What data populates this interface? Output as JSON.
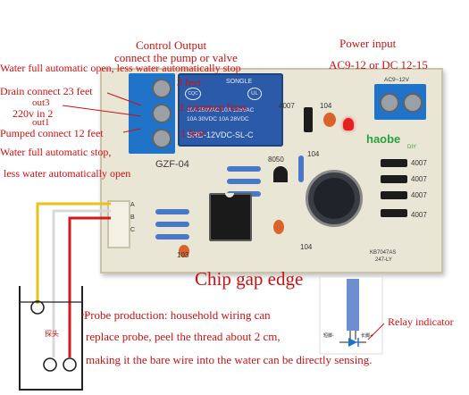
{
  "labels": {
    "control_output": "Control Output",
    "connect_pump": "connect the pump or valve",
    "water_full_open": "Water full automatic open, less water automatically stop",
    "drain_connect": "Drain connect 23 feet",
    "out3": "out3",
    "voltage_220": "220v in 2",
    "out1": "out1",
    "pumped_connect": "Pumped connect 12 feet",
    "water_full_stop": "Water full automatic stop,",
    "less_water_open": "less water automatically open",
    "feet_3": "3 feet",
    "common_lines": "2 common lines",
    "feet_1": "1 feet",
    "power_input": "Power input",
    "power_voltage": "AC9-12  or DC 12-15",
    "chip_gap_edge": "Chip gap edge",
    "relay_indicator": "Relay indicator",
    "probe_line1": "Probe production: household wiring can",
    "probe_line2": "replace probe, peel the thread about 2 cm,",
    "probe_line3": "making it the bare wire into the water can be directly sensing."
  },
  "board": {
    "model": "GZF-04",
    "transistor": "8050",
    "cap_104_a": "104",
    "cap_104_b": "104",
    "cap_104_c": "104",
    "cap_103": "103",
    "diode_4007_1": "4007",
    "diode_4007_2": "4007",
    "diode_4007_3": "4007",
    "diode_4007_4": "4007",
    "diode_4007_5": "4007",
    "power_label": "AC9~12V",
    "brand": "haobe",
    "brand_sub": "DIY",
    "code": "KB7047AS",
    "code2": "247-LY",
    "header_a": "A",
    "header_b": "B",
    "header_c": "C"
  },
  "relay": {
    "brand": "SONGLE",
    "line1": "10A 250VAC  10A 125VAC",
    "line2": "10A 30VDC   10A 28VDC",
    "model": "SRD-12VDC-SL-C"
  },
  "probe_inset": {
    "left": "短脚-",
    "right": "长脚+"
  },
  "tank": {
    "label": "探头"
  },
  "colors": {
    "annotation_red": "#cc1111",
    "relay_blue": "#2a5aa8",
    "terminal_blue": "#1f73c9",
    "pcb_bg": "#eae6d6"
  }
}
